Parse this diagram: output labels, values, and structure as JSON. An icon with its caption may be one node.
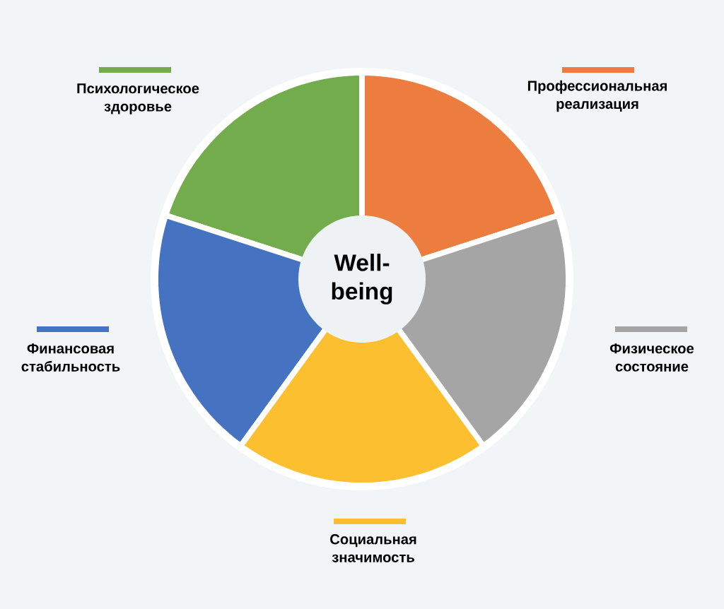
{
  "diagram": {
    "nodes": [
      {
        "text": [
          "Well-being"
        ]
      }
    ],
    "legend": [
      {
        "text": "Психологическое здоровье",
        "color": "#72ac4d"
      },
      {
        "text": "Профессиональная реализация",
        "color": "#ec7d3f"
      },
      {
        "text": "Финансовая стабильность",
        "color": "#4673c1"
      },
      {
        "text": "Физическое состояние",
        "color": "#a5a5a5"
      },
      {
        "text": "Социальная значимость",
        "color": "#fcbf2f"
      }
    ]
  }
}
